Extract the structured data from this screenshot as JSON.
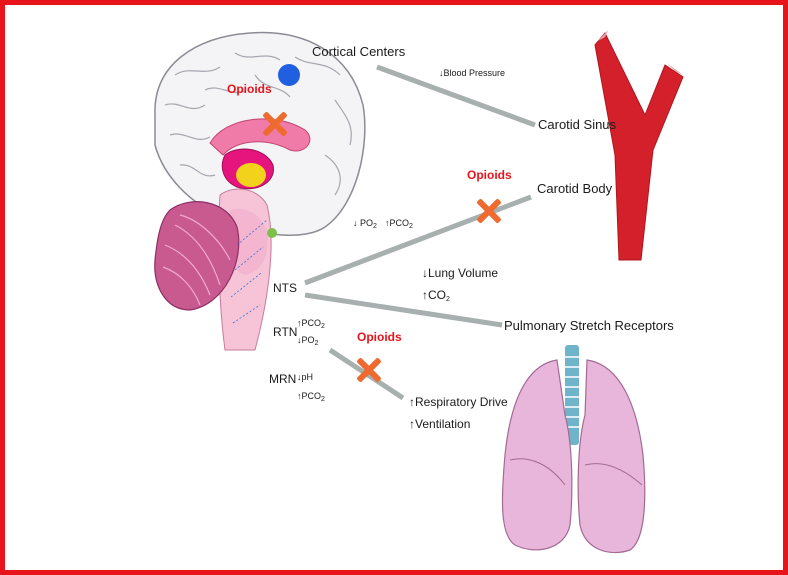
{
  "labels": {
    "cortical_centers": "Cortical Centers",
    "blood_pressure": "Blood Pressure",
    "carotid_sinus": "Carotid Sinus",
    "carotid_body": "Carotid Body",
    "opioids": "Opioids",
    "po2": "PO",
    "pco2": "PCO",
    "sub2": "2",
    "nts": "NTS",
    "rtn": "RTN",
    "mrn": "MRN",
    "ph": "pH",
    "lung_volume": "Lung Volume",
    "co2": "CO",
    "pulmonary_stretch": "Pulmonary Stretch Receptors",
    "respiratory_drive": "Respiratory Drive",
    "ventilation": "Ventilation",
    "down_arrow": "↓",
    "up_arrow": "↑"
  },
  "colors": {
    "frame": "#e8141b",
    "artery": "#d4202a",
    "connector": "#a7b0ae",
    "x_mark": "#ee6a2e",
    "cortex_dot": "#1f5fe0",
    "lung": "#e8b6da"
  }
}
